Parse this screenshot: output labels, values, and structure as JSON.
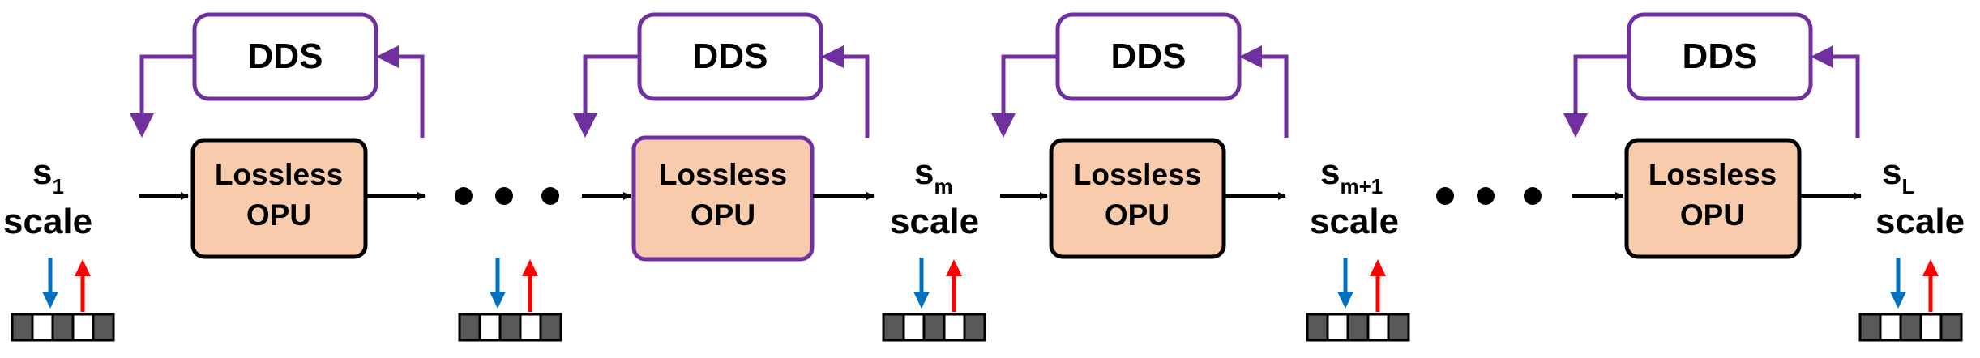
{
  "dds_label": "DDS",
  "opu_line1": "Lossless",
  "opu_line2": "OPU",
  "scale_word": "scale",
  "scales": [
    {
      "s": "s",
      "sub": "1"
    },
    {
      "s": "s",
      "sub": "m"
    },
    {
      "s": "s",
      "sub": "m+1"
    },
    {
      "s": "s",
      "sub": "L"
    }
  ],
  "colors": {
    "feedback": "#7030a0",
    "opu_fill": "#f8cbad",
    "arrow_down": "#0070c0",
    "arrow_up": "#ff0000",
    "cell_dark": "#595959"
  }
}
